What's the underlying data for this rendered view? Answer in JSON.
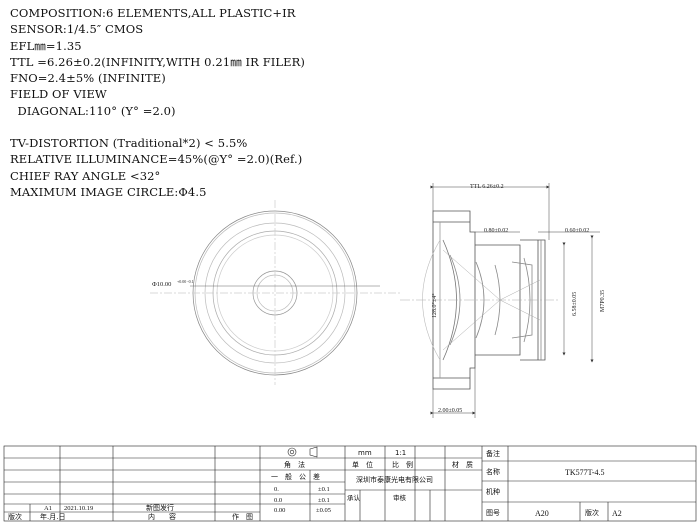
{
  "specs": [
    "COMPOSITION:6 ELEMENTS,ALL PLASTIC+IR",
    "SENSOR:1/4.5″ CMOS",
    "EFL㎜=1.35",
    "TTL =6.26±0.2(INFINITY,WITH 0.21㎜ IR FILER)",
    "FNO=2.4±5% (INFINITE)",
    "FIELD OF VIEW",
    "  DIAGONAL:110° (Y° =2.0)",
    "",
    "TV-DISTORTION (Traditional*2) < 5.5%",
    "RELATIVE ILLUMINANCE=45%(@Y° =2.0)(Ref.)",
    "CHIEF RAY ANGLE <32°",
    "MAXIMUM IMAGE CIRCLE:Φ4.5"
  ],
  "dims": {
    "front_dia": "Φ10.00",
    "front_dia_tol": "+0.00 -0.1",
    "ttl": "TTL 6.26±0.2",
    "dim_080": "0.80±0.02",
    "dim_060": "0.60±0.02",
    "fov_angle": "128.0°±4°",
    "dia_658": "6.58±0.05",
    "thread": "M7P0.35",
    "width_200": "2.00±0.05"
  },
  "title_block": {
    "mm": "mm",
    "scale": "1:1",
    "angle_method": "角　法",
    "unit": "单　位",
    "ratio": "比　例",
    "material": "材　质",
    "general_tol": "一　般　公　差",
    "tol_rows": [
      {
        "prec": "0.",
        "tol": "±0.1"
      },
      {
        "prec": "0.0",
        "tol": "±0.1"
      },
      {
        "prec": "0.00",
        "tol": "±0.05"
      }
    ],
    "company": "深圳市泰康光电有限公司",
    "approve": "承认",
    "review": "审核",
    "remark_label": "备注",
    "name_label": "名称",
    "name_value": "TK577T-4.5",
    "model_label": "机种",
    "drawing_no_label": "图号",
    "drawing_no": "A20",
    "version_label": "版次",
    "version": "A2",
    "rev_version": "A1",
    "rev_date": "2021.10.19",
    "rev_content": "新图发行",
    "hdr_version": "版次",
    "hdr_date": "年.月.日",
    "hdr_content": "内　　容",
    "hdr_author": "作　图"
  }
}
